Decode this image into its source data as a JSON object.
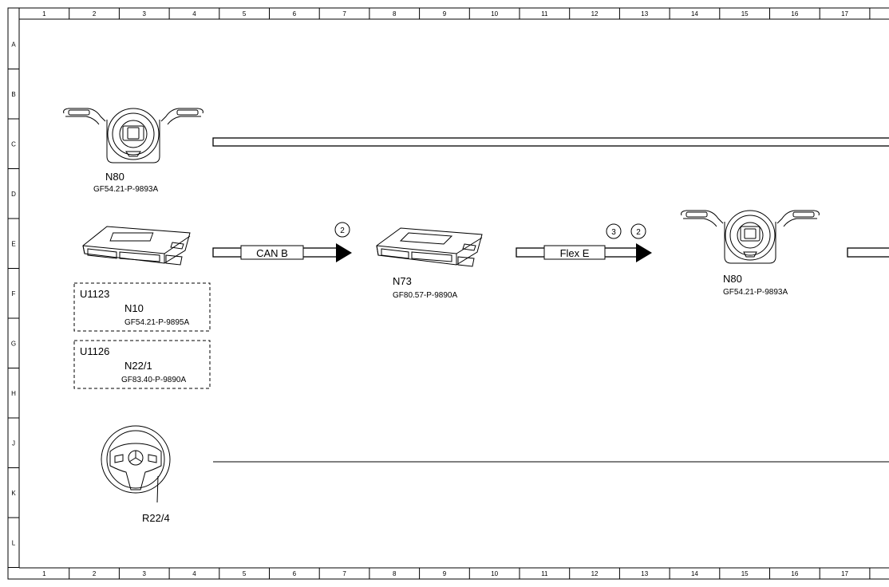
{
  "grid": {
    "columns": [
      "1",
      "2",
      "3",
      "4",
      "5",
      "6",
      "7",
      "8",
      "9",
      "10",
      "11",
      "12",
      "13",
      "14",
      "15",
      "16",
      "17"
    ],
    "rows": [
      "A",
      "B",
      "C",
      "D",
      "E",
      "F",
      "G",
      "H",
      "J",
      "K",
      "L"
    ]
  },
  "components": {
    "n80_left": {
      "code": "N80",
      "ref": "GF54.21-P-9893A"
    },
    "u1123_box": {
      "id": "U1123",
      "code": "N10",
      "ref": "GF54.21-P-9895A"
    },
    "u1126_box": {
      "id": "U1126",
      "code": "N22/1",
      "ref": "GF83.40-P-9890A"
    },
    "n73": {
      "code": "N73",
      "ref": "GF80.57-P-9890A"
    },
    "n80_right": {
      "code": "N80",
      "ref": "GF54.21-P-9893A"
    },
    "r22_4": {
      "code": "R22/4"
    }
  },
  "buses": {
    "can_b": {
      "label": "CAN B",
      "markers": [
        "2"
      ]
    },
    "flex_e": {
      "label": "Flex E",
      "markers": [
        "3",
        "2"
      ]
    }
  }
}
